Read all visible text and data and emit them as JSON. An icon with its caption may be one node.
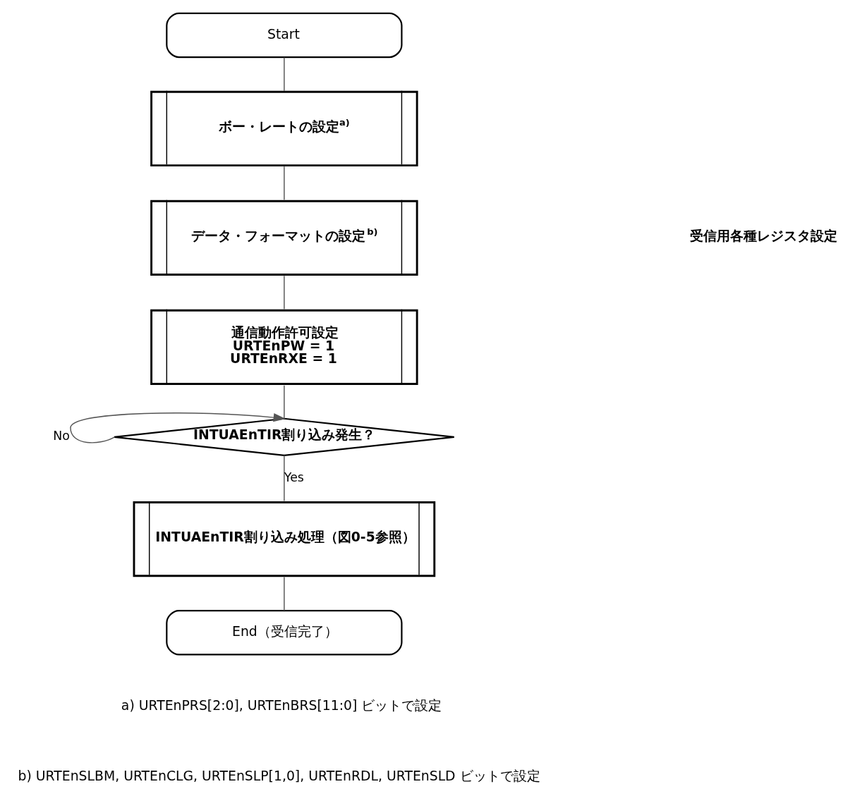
{
  "diagram": {
    "nodes": [
      {
        "text": [
          "Start"
        ]
      },
      {
        "text": [
          "ボー・レートの設定$^{a)}$"
        ]
      },
      {
        "text": [
          "データ・フォーマットの設定$^{b)}$"
        ]
      },
      {
        "text": [
          "通信動作許可設定",
          "URTEnPW = 1",
          "URTEnRXE = 1"
        ]
      },
      {
        "text": [
          "INTUAEnTIR割り込み発生？"
        ]
      },
      {
        "text": [
          "INTUAEnTIR割り込み処理（図0-5参照）"
        ]
      },
      {
        "text": [
          "End（受信完了）"
        ]
      }
    ],
    "edges": [
      {
        "from": 0,
        "to": 1,
        "arrow": "none"
      },
      {
        "from": 1,
        "to": 2,
        "arrow": "none"
      },
      {
        "from": 2,
        "to": 3,
        "arrow": "none"
      },
      {
        "from": 3,
        "to": 4,
        "arrow": "none"
      },
      {
        "from": 4,
        "to": 4,
        "arrow": "to",
        "label": "No"
      },
      {
        "from": 4,
        "to": 5,
        "arrow": "none",
        "label": "Yes"
      },
      {
        "from": 5,
        "to": 6,
        "arrow": "none"
      }
    ],
    "labels": [
      "受信用各種レジスタ設定",
      "a) URTEnPRS[2:0], URTEnBRS[11:0] ビットで設定",
      "b) URTEnSLBM, URTEnCLG, URTEnSLP[1,0], URTEnRDL, URTEnSLD ビットで設定"
    ]
  }
}
